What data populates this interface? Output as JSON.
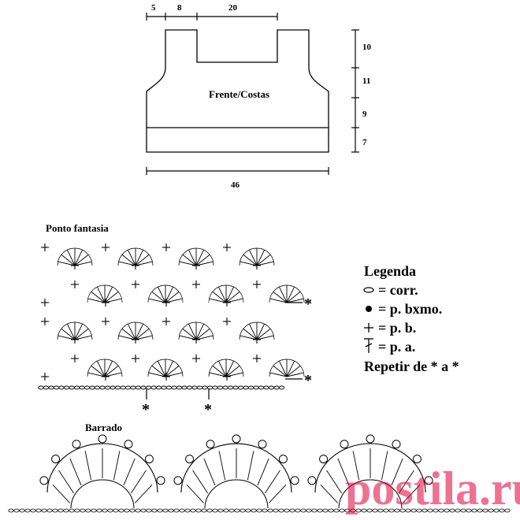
{
  "schematic": {
    "top_dims": [
      "5",
      "8",
      "20"
    ],
    "side_dims": [
      "10",
      "11",
      "9",
      "7"
    ],
    "bottom_dim": "46",
    "piece_label": "Frente/Costas"
  },
  "stitch_chart": {
    "title": "Ponto fantasia",
    "repeat_mark": "*"
  },
  "legend": {
    "title": "Legenda",
    "items": [
      {
        "icon": "chain-oval-icon",
        "text": "= corr."
      },
      {
        "icon": "slip-stitch-dot-icon",
        "text": "= p. bxmo."
      },
      {
        "icon": "single-crochet-plus-icon",
        "text": "= p. b."
      },
      {
        "icon": "double-crochet-t-icon",
        "text": "= p. a."
      }
    ],
    "repeat_note": "Repetir de * a *"
  },
  "border_chart": {
    "title": "Barrado"
  },
  "watermark": {
    "text": "postila.ru",
    "color": "#e0003a"
  }
}
